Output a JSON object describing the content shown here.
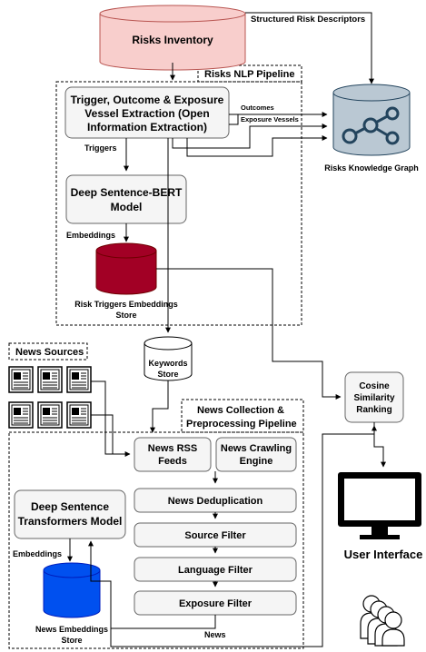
{
  "diagram": {
    "risks_inventory": "Risks Inventory",
    "structured_risk_descriptors": "Structured Risk Descriptors",
    "risks_nlp_pipeline": "Risks NLP Pipeline",
    "trigger_extraction": [
      "Trigger, Outcome & Exposure",
      "Vessel Extraction (Open",
      "Information Extraction)"
    ],
    "outcomes": "Outcomes",
    "exposure_vessels": "Exposure Vessels",
    "risks_knowledge_graph": "Risks Knowledge Graph",
    "triggers": "Triggers",
    "deep_sbert": [
      "Deep Sentence-BERT",
      "Model"
    ],
    "embeddings_top": "Embeddings",
    "risk_triggers_store": [
      "Risk Triggers Embeddings",
      "Store"
    ],
    "news_sources": "News Sources",
    "keywords_store": [
      "Keywords",
      "Store"
    ],
    "cosine_similarity": [
      "Cosine",
      "Similarity",
      "Ranking"
    ],
    "news_collection_pipeline": [
      "News Collection &",
      "Preprocessing Pipeline"
    ],
    "news_rss_feeds": [
      "News RSS",
      "Feeds"
    ],
    "news_crawling_engine": [
      "News Crawling",
      "Engine"
    ],
    "news_deduplication": "News Deduplication",
    "source_filter": "Source Filter",
    "language_filter": "Language Filter",
    "exposure_filter": "Exposure Filter",
    "deep_sentence_transformers": [
      "Deep Sentence",
      "Transformers Model"
    ],
    "embeddings_bottom": "Embeddings",
    "news_embeddings_store": [
      "News Embeddings",
      "Store"
    ],
    "news": "News",
    "user_interface": "User Interface"
  },
  "colors": {
    "risks_inventory_fill": "#f8cecc",
    "risks_inventory_stroke": "#b85450",
    "risk_store_fill": "#a20025",
    "news_store_fill": "#0050ef",
    "box_fill": "#f5f5f5",
    "kg_fill": "#bac8d3",
    "kg_dark": "#23445d"
  },
  "icons": [
    "database-icon",
    "knowledge-graph-icon",
    "newspaper-icon",
    "monitor-icon",
    "users-icon"
  ]
}
